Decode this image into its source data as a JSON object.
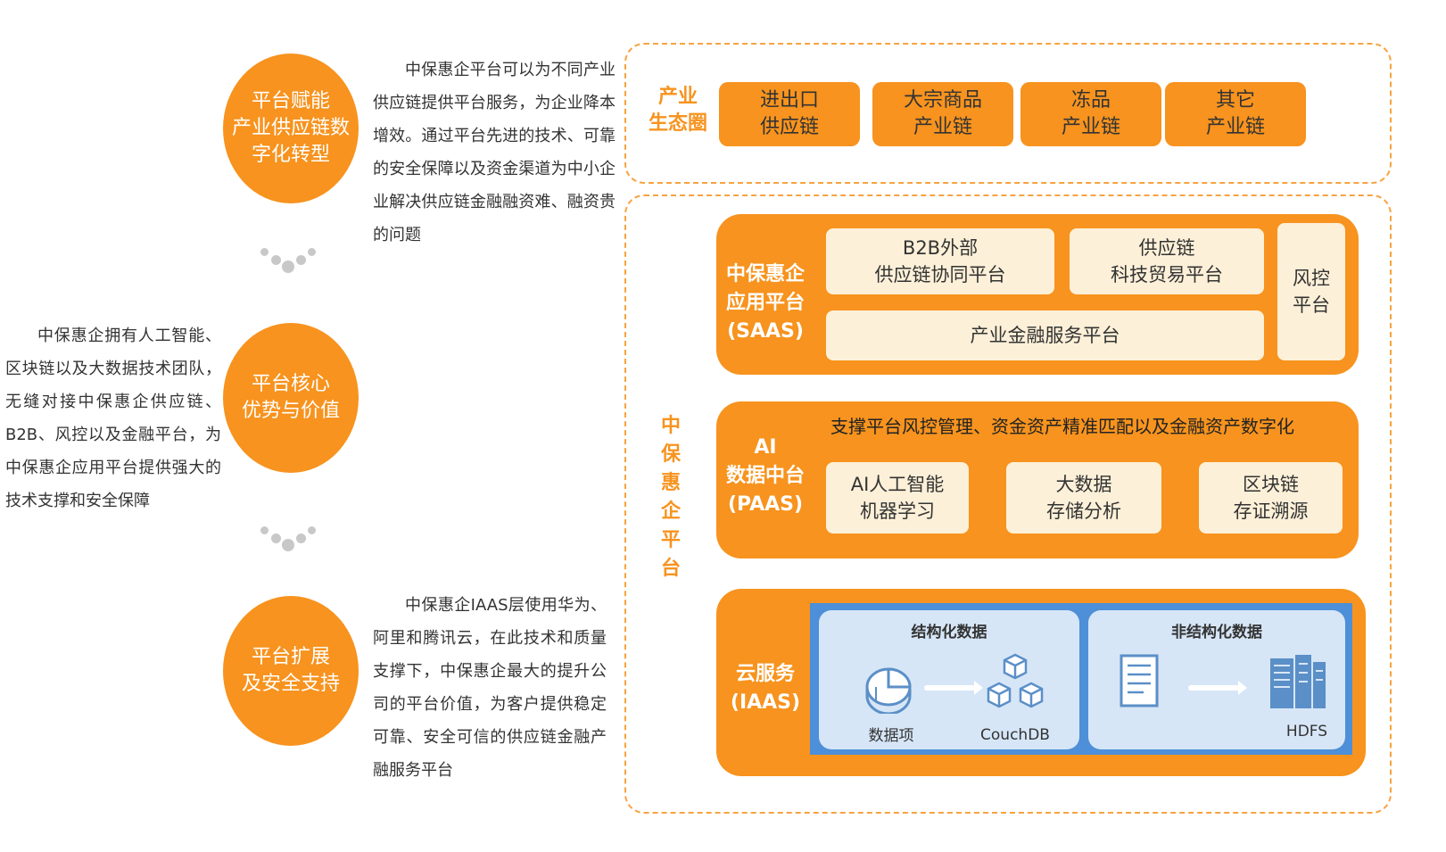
{
  "left": {
    "circles": [
      {
        "label": "平台赋能\n产业供应链数\n字化转型"
      },
      {
        "label": "平台核心\n优势与价值"
      },
      {
        "label": "平台扩展\n及安全支持"
      }
    ],
    "para_top": "中保惠企平台可以为不同产业供应链提供平台服务，为企业降本增效。通过平台先进的技术、可靠的安全保障以及资金渠道为中小企业解决供应链金融融资难、融资贵的问题",
    "para_middle": "中保惠企拥有人工智能、区块链以及大数据技术团队，无缝对接中保惠企供应链、B2B、风控以及金融平台，为中保惠企应用平台提供强大的技术支撑和安全保障",
    "para_bottom": "中保惠企IAAS层使用华为、阿里和腾讯云，在此技术和质量支撑下，中保惠企最大的提升公司的平台价值，为客户提供稳定可靠、安全可信的供应链金融产融服务平台"
  },
  "ecosystem": {
    "label": "产业\n生态圈",
    "items": [
      "进出口\n供应链",
      "大宗商品\n产业链",
      "冻品\n产业链",
      "其它\n产业链"
    ]
  },
  "platform_label": "中\n保\n惠\n企\n平\n台",
  "saas": {
    "title": "中保惠企\n应用平台\n(SAAS)",
    "b2b": "B2B外部\n供应链协同平台",
    "supply": "供应链\n科技贸易平台",
    "finance": "产业金融服务平台",
    "risk": "风控\n平台"
  },
  "paas": {
    "title": "AI\n数据中台\n(PAAS)",
    "desc": "支撑平台风控管理、资金资产精准匹配以及金融资产数字化",
    "items": [
      "AI人工智能\n机器学习",
      "大数据\n存储分析",
      "区块链\n存证溯源"
    ]
  },
  "iaas": {
    "title": "云服务\n(IAAS)",
    "structured": {
      "title": "结构化数据",
      "from": "数据项",
      "to": "CouchDB"
    },
    "unstructured": {
      "title": "非结构化数据",
      "to": "HDFS"
    }
  },
  "colors": {
    "accent": "#f7931e",
    "cream": "#fdf0d8",
    "cloud": "#4d8fd8",
    "panel": "#d6e6f7"
  }
}
